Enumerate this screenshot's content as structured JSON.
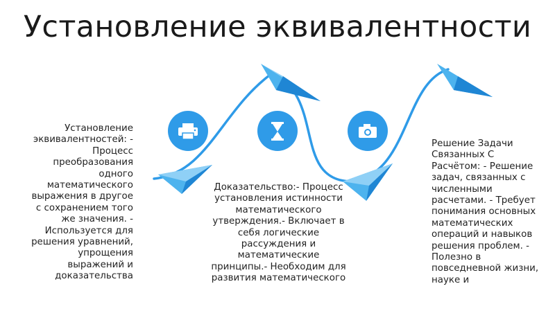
{
  "title": "Установление эквивалентности",
  "steps": [
    {
      "icon": "printer-icon",
      "text": "Установление эквивалентностей: - Процесс преобразования одного математического выражения в другое с сохранением того же значения. - Используется для решения уравнений, упрощения выражений и доказательства"
    },
    {
      "icon": "hourglass-icon",
      "text": "Доказательство:- Процесс установления истинности математического утверждения.- Включает в себя логические рассуждения и математические принципы.- Необходим для развития математического"
    },
    {
      "icon": "camera-icon",
      "text": "Решение Задачи Связанных С Расчётом: - Решение задач, связанных с численными расчетами. - Требует понимания основных математических операций и навыков решения проблем. - Полезно в повседневной жизни, науке и"
    }
  ],
  "colors": {
    "accent": "#2f9be8",
    "plane_light": "#8fd0f6",
    "plane_mid": "#4db3ee",
    "plane_dark": "#1f86d4"
  }
}
